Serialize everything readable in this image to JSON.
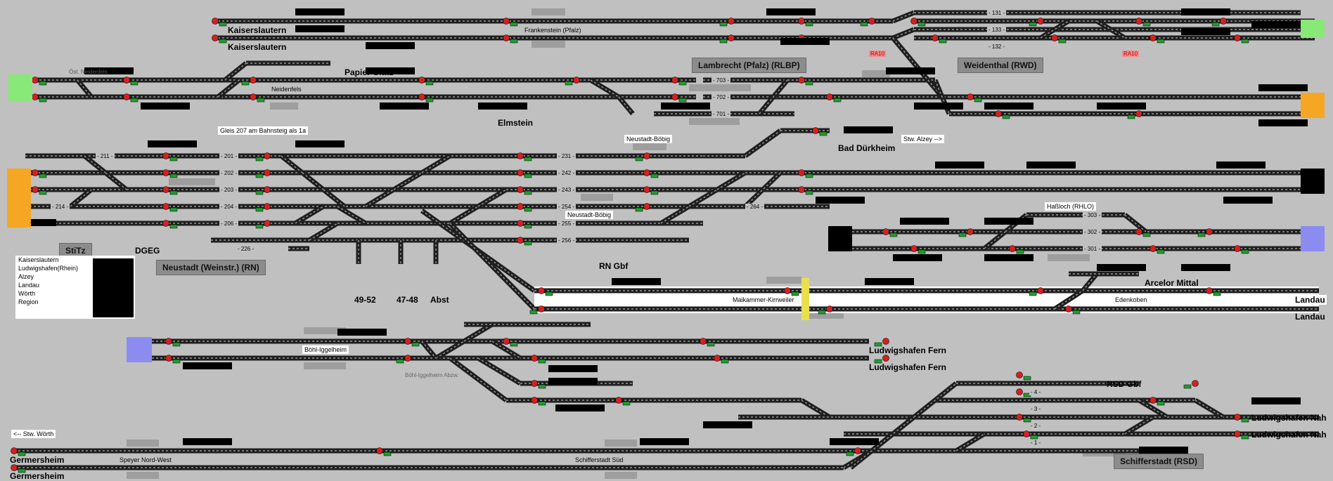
{
  "colors": {
    "background": "#c0c0c0",
    "track": "#1e1e1e",
    "track_rail": "#9a9a9a",
    "signal_red": "#d42020",
    "signal_green": "#1e9e2e",
    "station_box": "#8c8c8c",
    "exit_green": "#88e878",
    "exit_orange": "#f5a623",
    "exit_blue": "#8c8cf0",
    "exit_black": "#000000",
    "yellow_marker": "#e8e050",
    "label_pink": "#f08c8c"
  },
  "stations": {
    "lambrecht": "Lambrecht (Pfalz) (RLBP)",
    "weidenthal": "Weidenthal (RWD)",
    "stitz": "StiTz",
    "neustadt": "Neustadt (Weinstr.) (RN)",
    "schifferstadt": "Schifferstadt (RSD)"
  },
  "places": {
    "kaiserslautern_1": "Kaiserslautern",
    "kaiserslautern_2": "Kaiserslautern",
    "papier_glatz": "Papier Glatz",
    "elmstein": "Elmstein",
    "bad_duerkheim": "Bad Dürkheim",
    "dgeg": "DGEG",
    "rn_gbf": "RN Gbf",
    "n4952": "49-52",
    "n4748": "47-48",
    "abst": "Abst",
    "arcelor": "Arcelor Mittal",
    "landau_1": "Landau",
    "landau_2": "Landau",
    "lu_fern_1": "Ludwigshafen Fern",
    "lu_fern_2": "Ludwigshafen Fern",
    "rsd_gbf": "RSD Gbf",
    "lu_nah_1": "Ludwigshafen Nah",
    "lu_nah_2": "Ludwigshafen Nah",
    "germersheim_1": "Germersheim",
    "germersheim_2": "Germersheim"
  },
  "small_labels": {
    "frankenstein": "Frankenstein (Pfalz)",
    "neidenfels": "Neidenfels",
    "ost_neidenfels": "Öst. Neidenfels",
    "gleis207": "Gleis 207 am Bahnsteig als 1a",
    "neustadt_boebig_1": "Neustadt-Böbig",
    "neustadt_boebig_2": "Neustadt-Böbig",
    "stw_alzey": "Stw. Alzey -->",
    "hassloch": "Haßloch (RHLO)",
    "maikammer": "Maikammer-Kirrweiler",
    "edenkoben": "Edenkoben",
    "boehl": "Böhl-Iggelheim",
    "boehl_abzw": "Böhl-Iggelheim Abzw.",
    "stw_woerth": "<-- Stw. Wörth",
    "speyer": "Speyer Nord-West",
    "schifferstadt_sued": "Schifferstadt Süd",
    "ra10_1": "RA10",
    "ra10_2": "RA10"
  },
  "track_numbers": {
    "t131": "- 131 -",
    "t133": "- 133 -",
    "t132": "- 132 -",
    "t703": "- 703 -",
    "t702": "- 702 -",
    "t701": "- 701 -",
    "t211": "- 211 -",
    "t201": "- 201 -",
    "t202": "- 202 -",
    "t203": "- 203 -",
    "t214": "- 214 -",
    "t204": "- 204 -",
    "t206": "- 206 -",
    "t226": "- 226 -",
    "t231": "- 231 -",
    "t242": "- 242 -",
    "t243": "- 243 -",
    "t254": "- 254 -",
    "t255": "- 255 -",
    "t256": "- 256 -",
    "t264": "- 264 -",
    "t303": "- 303 -",
    "t302": "- 302 -",
    "t301": "- 301 -",
    "t4": "- 4 -",
    "t3": "- 3 -",
    "t2": "- 2 -",
    "t1": "- 1 -"
  },
  "legend": {
    "items": [
      "Kaiserslautern",
      "Ludwigshafen(Rhein)",
      "Alzey",
      "Landau",
      "Wörth",
      "Region"
    ]
  }
}
